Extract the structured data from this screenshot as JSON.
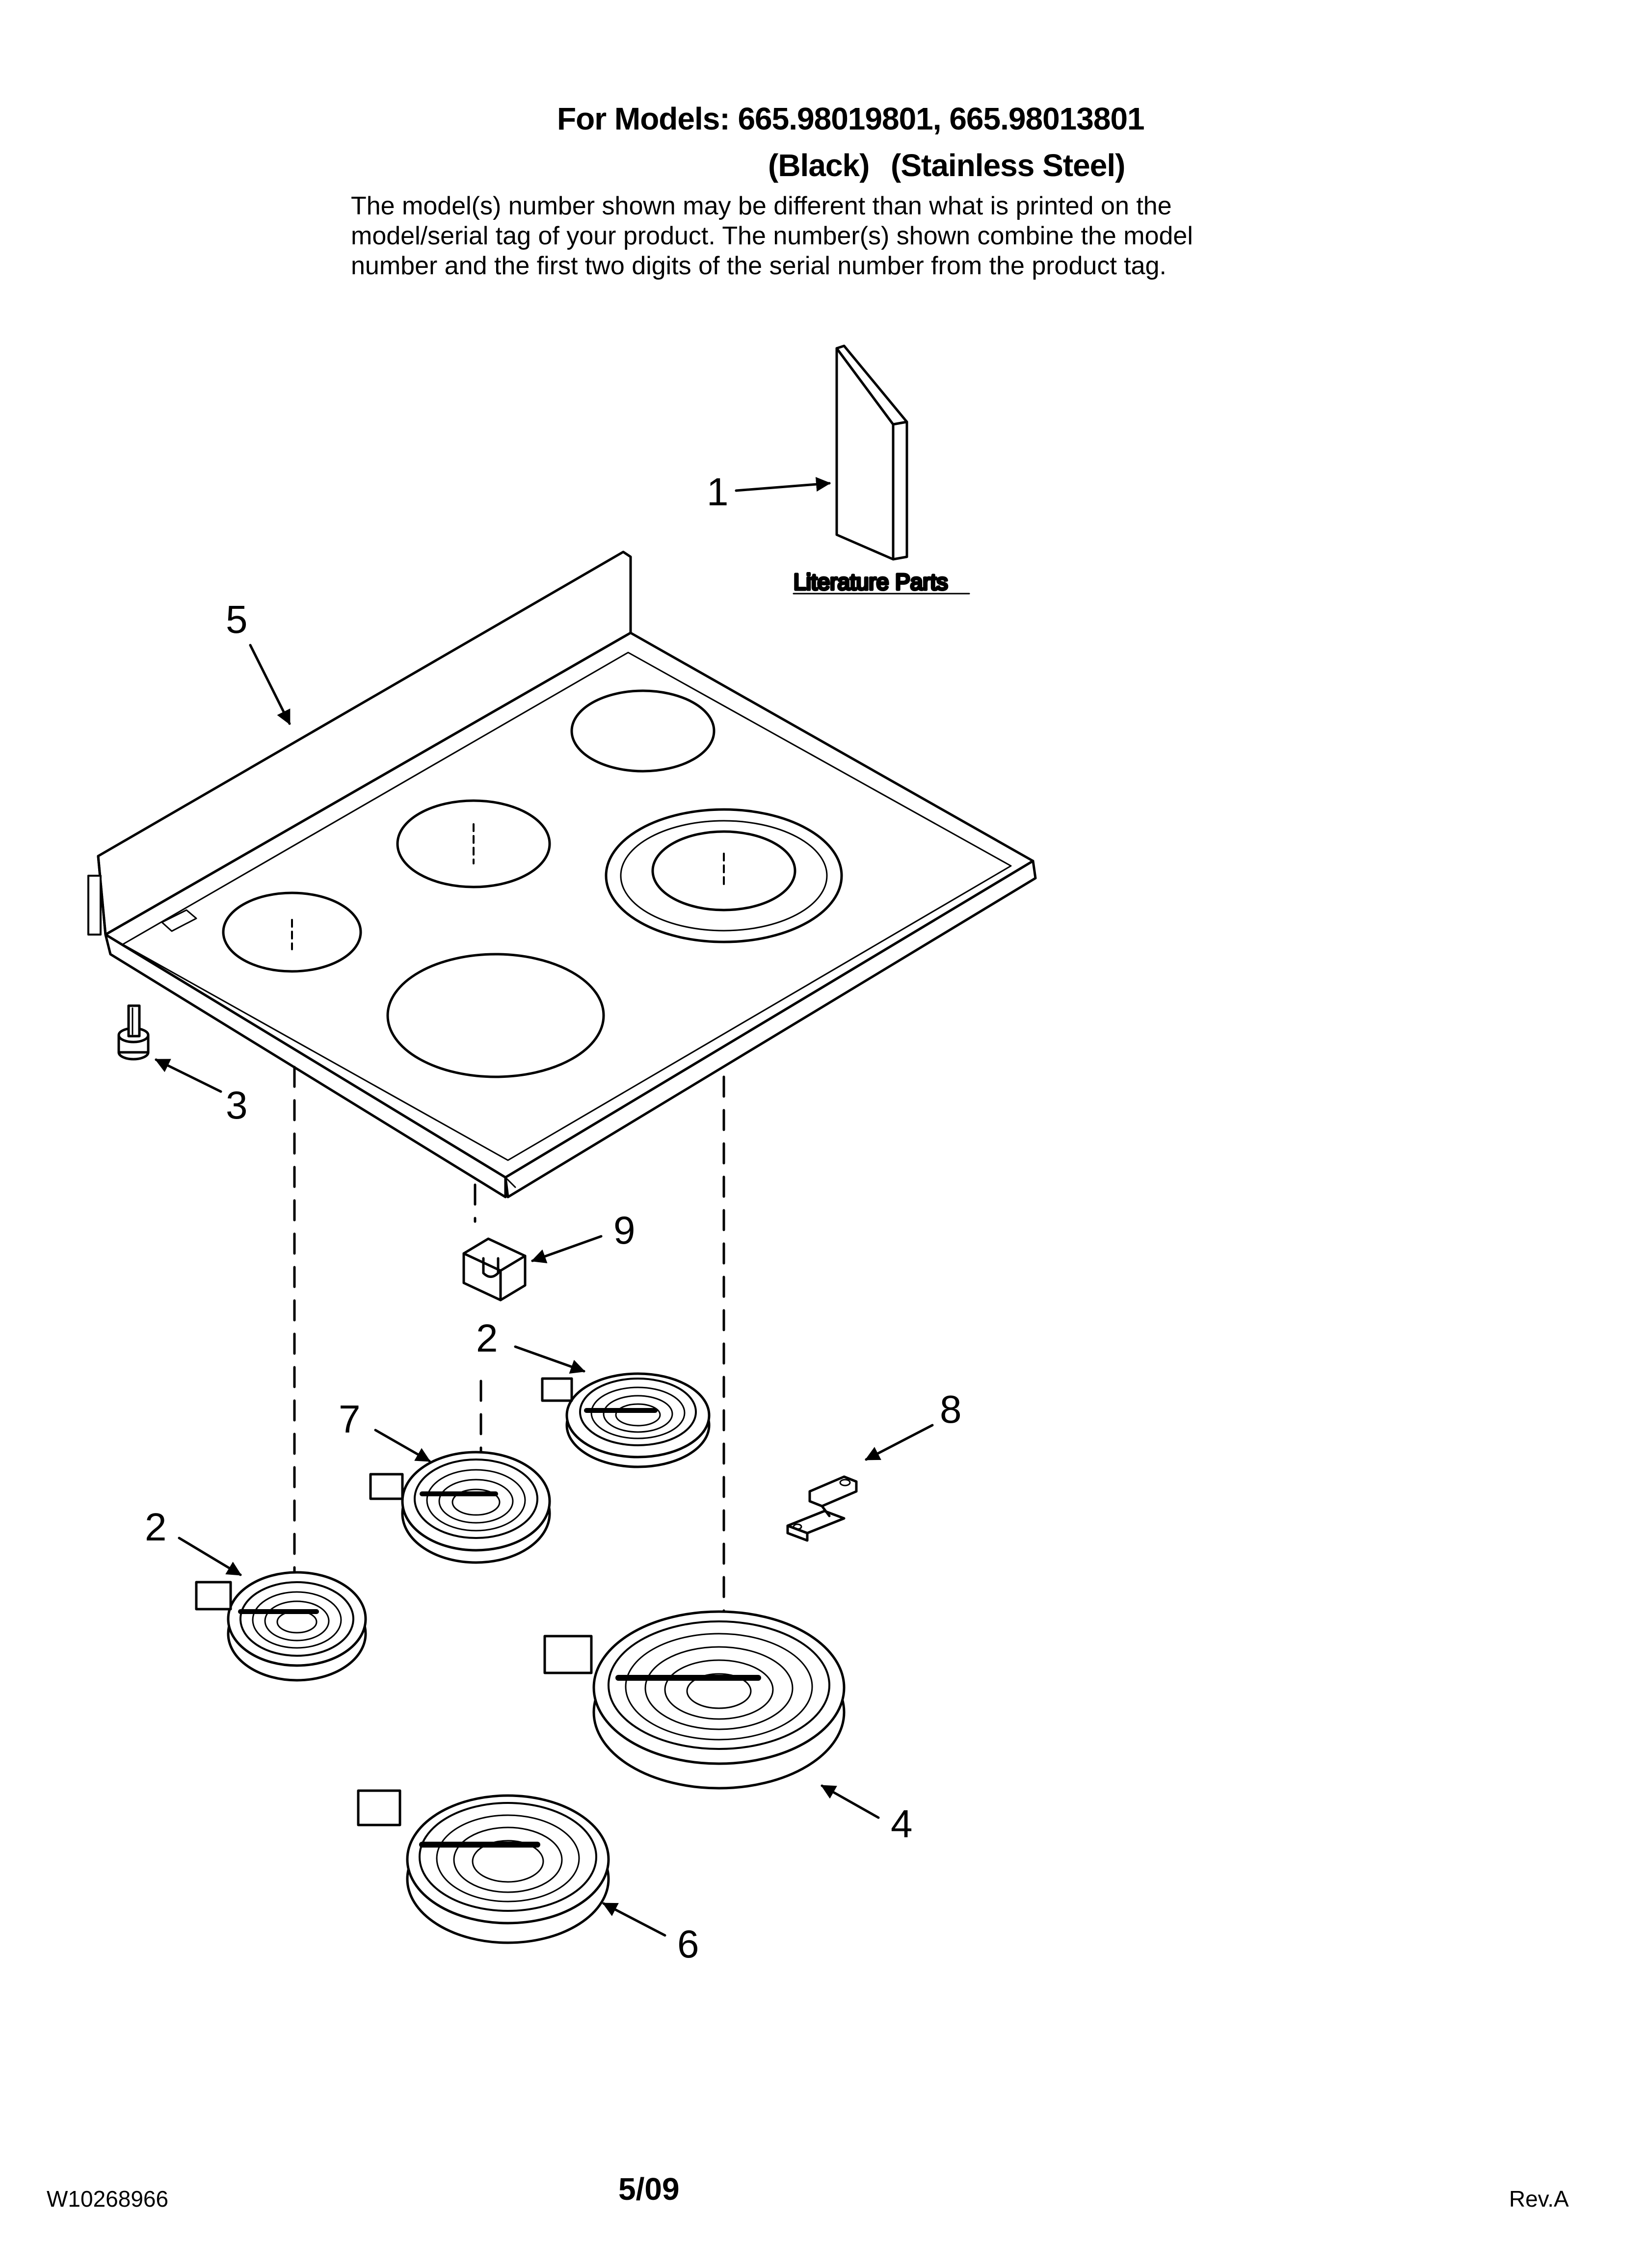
{
  "header": {
    "title": "For Models: 665.98019801, 665.98013801",
    "color_black": "(Black)",
    "color_stainless": "(Stainless Steel)",
    "note_lines": [
      "The model(s) number shown may be different than what is printed on the",
      "model/serial tag of your product. The number(s) shown combine the model",
      "number and the first two digits of the serial number from the product tag."
    ]
  },
  "diagram": {
    "literature_label": "Literature Parts",
    "callouts": [
      "1",
      "2",
      "2",
      "3",
      "4",
      "5",
      "6",
      "7",
      "8",
      "9"
    ]
  },
  "footer": {
    "doc_number": "W10268966",
    "date": "5/09",
    "revision": "Rev.A"
  }
}
